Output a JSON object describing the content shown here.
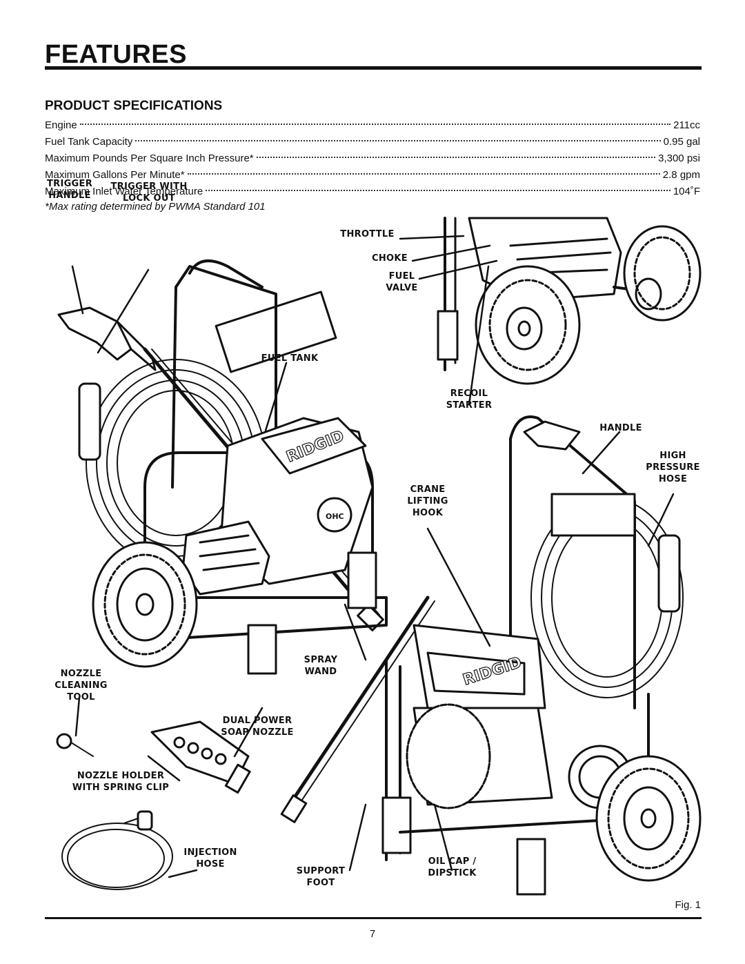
{
  "page": {
    "title": "FEATURES",
    "section_title": "PRODUCT SPECIFICATIONS",
    "specs": [
      {
        "label": "Engine",
        "value": "211cc"
      },
      {
        "label": "Fuel Tank Capacity",
        "value": "0.95 gal"
      },
      {
        "label": "Maximum Pounds Per Square Inch Pressure*",
        "value": "3,300 psi"
      },
      {
        "label": "Maximum Gallons Per Minute*",
        "value": "2.8 gpm"
      },
      {
        "label": "Maximum Inlet Water Temperature",
        "value": "104˚F"
      }
    ],
    "note": "*Max rating determined by PWMA Standard 101",
    "figure_label": "Fig. 1",
    "page_number": "7"
  },
  "figure": {
    "callouts": {
      "trigger_handle": "TRIGGER\nHANDLE",
      "trigger_lockout": "TRIGGER WITH\nLOCK OUT",
      "throttle": "THROTTLE",
      "choke": "CHOKE",
      "fuel_valve": "FUEL\nVALVE",
      "fuel_tank": "FUEL TANK",
      "recoil_starter": "RECOIL\nSTARTER",
      "handle": "HANDLE",
      "high_pressure_hose": "HIGH\nPRESSURE\nHOSE",
      "crane_lifting_hook": "CRANE\nLIFTING\nHOOK",
      "spray_wand": "SPRAY\nWAND",
      "nozzle_cleaning_tool": "NOZZLE\nCLEANING\nTOOL",
      "dual_power_soap_nozzle": "DUAL POWER\nSOAP NOZZLE",
      "nozzle_holder": "NOZZLE HOLDER\nWITH SPRING CLIP",
      "injection_hose": "INJECTION\nHOSE",
      "support_foot": "SUPPORT\nFOOT",
      "oil_cap_dipstick": "OIL CAP /\nDIPSTICK"
    },
    "brand_logo_text": "RIDGID",
    "engine_badge_text": "OHC"
  }
}
